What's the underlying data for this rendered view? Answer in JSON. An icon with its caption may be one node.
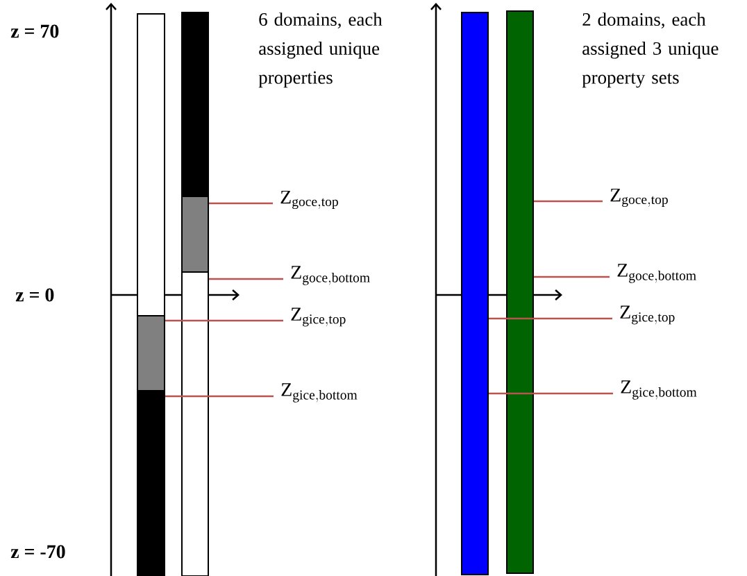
{
  "diagram": {
    "nodes": [
      {
        "text": [],
        "shape": "bar"
      },
      {
        "text": [],
        "shape": "bar"
      },
      {
        "text": [],
        "shape": "bar"
      },
      {
        "text": [],
        "shape": "bar"
      },
      {
        "text": [],
        "shape": "bar"
      },
      {
        "text": [],
        "shape": "bar"
      },
      {
        "text": [
          "\\mathrm{Z}_{\\mathrm{goce,top}}"
        ]
      },
      {
        "text": [
          "\\mathrm{Z}_{\\mathrm{goce,bottom}}"
        ]
      },
      {
        "text": [
          "\\mathrm{Z}_{\\mathrm{gice,top}}"
        ]
      },
      {
        "text": [
          "\\mathrm{Z}_{\\mathrm{gice,bottom}}"
        ]
      },
      {
        "text": [],
        "shape": "bar"
      },
      {
        "text": [],
        "shape": "bar"
      },
      {
        "text": [
          "\\mathrm{Z}_{\\mathrm{goce,top}}"
        ]
      },
      {
        "text": [
          "\\mathrm{Z}_{\\mathrm{goce,bottom}}"
        ]
      },
      {
        "text": [
          "\\mathrm{Z}_{\\mathrm{gice,top}}"
        ]
      },
      {
        "text": [
          "\\mathrm{Z}_{\\mathrm{gice,bottom}}"
        ]
      }
    ],
    "edges": [
      {
        "from": 6,
        "to": 4,
        "arrow": "none"
      },
      {
        "from": 7,
        "to": 4,
        "arrow": "none"
      },
      {
        "from": 8,
        "to": 1,
        "arrow": "none"
      },
      {
        "from": 9,
        "to": 1,
        "arrow": "none"
      },
      {
        "from": 12,
        "to": 11,
        "arrow": "none"
      },
      {
        "from": 13,
        "to": 11,
        "arrow": "none"
      },
      {
        "from": 14,
        "to": 10,
        "arrow": "none"
      },
      {
        "from": 15,
        "to": 10,
        "arrow": "none"
      }
    ],
    "labels": [
      "z = 70",
      "6 domains, each assigned unique properties",
      "2 domains, each assigned 3 unique property sets",
      "z = 0",
      "z = -70"
    ]
  }
}
